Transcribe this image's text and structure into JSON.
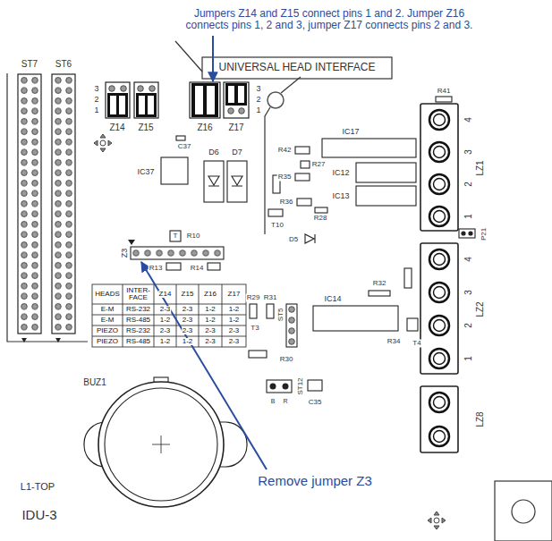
{
  "diagram": {
    "labels": [
      "Jumpers Z14 and Z15 connect pins 1 and 2. Jumper Z16 connects pins 1, 2 and 3, jumper Z17 connects pins 2 and 3.",
      "ST7",
      "ST6",
      "UNIVERSAL HEAD INTERFACE",
      "3",
      "2",
      "1",
      "Z14",
      "Z15",
      "Z16",
      "Z17",
      "3",
      "2",
      "1",
      "C37",
      "IC37",
      "D6",
      "D7",
      "T",
      "R10",
      "Z3",
      "R13",
      "R14",
      "HEADS",
      "INTER- FACE",
      "Z14",
      "Z15",
      "Z16",
      "Z17",
      "E-M",
      "RS-232",
      "2-3",
      "2-3",
      "1-2",
      "1-2",
      "E-M",
      "RS-485",
      "1-2",
      "2-3",
      "1-2",
      "1-2",
      "PIEZO",
      "RS-232",
      "2-3",
      "2-3",
      "2-3",
      "2-3",
      "PIEZO",
      "RS-485",
      "1-2",
      "1-2",
      "2-3",
      "2-3",
      "R41",
      "IC17",
      "IC12",
      "IC13",
      "R42",
      "R27",
      "R35",
      "R36",
      "R28",
      "T10",
      "D5",
      "4",
      "3",
      "2",
      "1",
      "LZ1",
      "P21",
      "4",
      "3",
      "2",
      "1",
      "LZ2",
      "LZ8",
      "R29",
      "R31",
      "T3",
      "ST5",
      "R30",
      "IC14",
      "R32",
      "R34",
      "T4",
      "BUZ1",
      "ST12",
      "B",
      "R",
      "C35",
      "L1-TOP",
      "IDU-3",
      "Remove jumper Z3"
    ]
  }
}
